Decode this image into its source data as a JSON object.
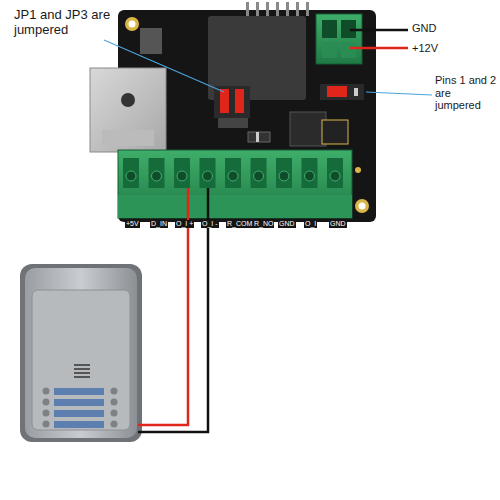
{
  "diagram": {
    "labels": [
      "JP1 and JP3 are jumpered",
      "GND",
      "+12V",
      "Pins 1 and 2 are jumpered",
      "+5V",
      "D_IN",
      "O_I +",
      "O_I -",
      "R_COM",
      "R_NO",
      "GND",
      "O_I",
      "GND"
    ]
  }
}
